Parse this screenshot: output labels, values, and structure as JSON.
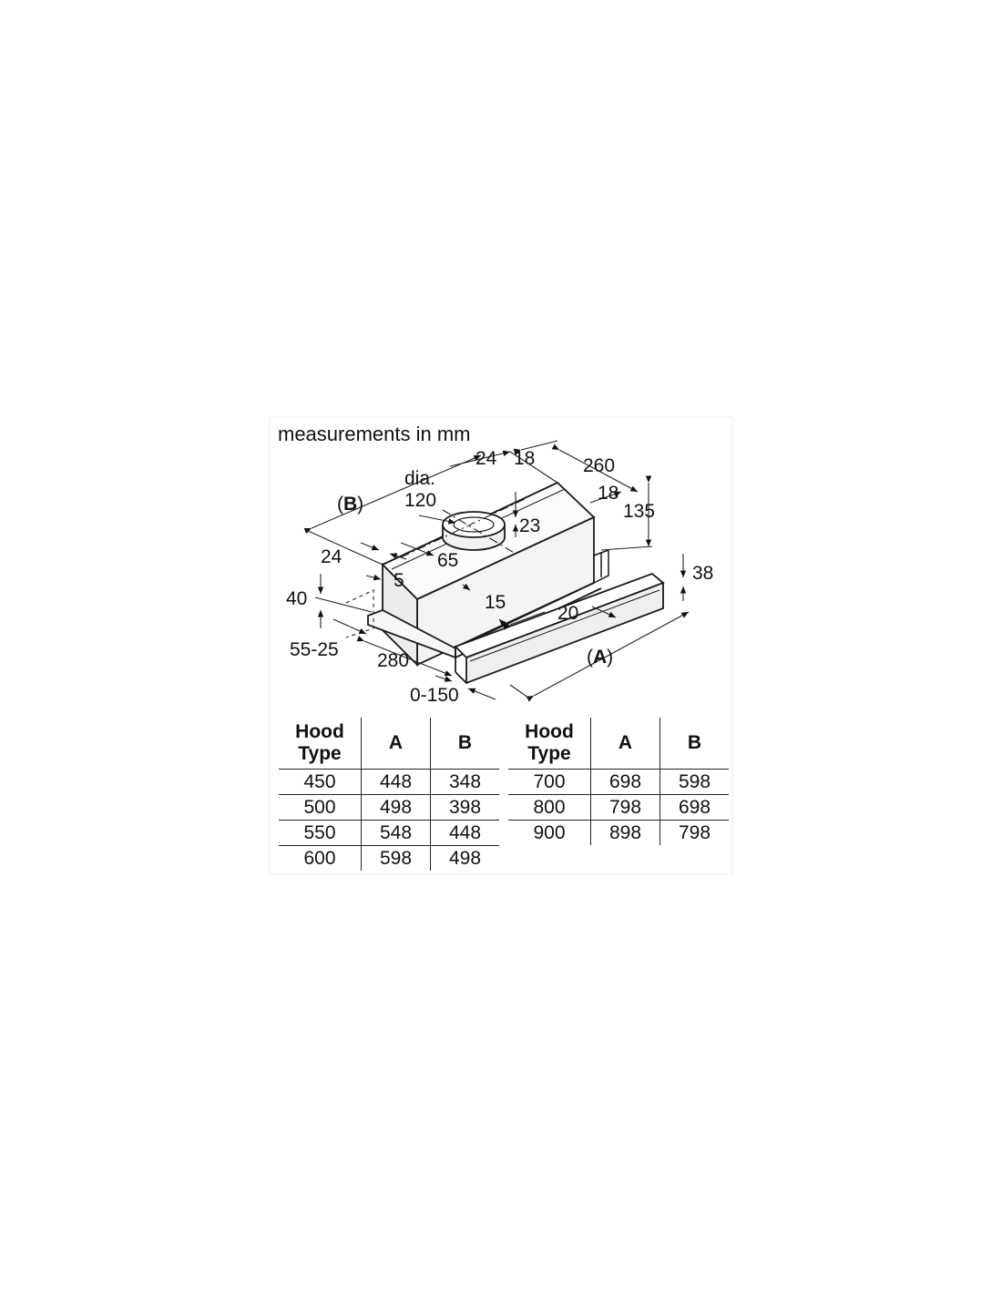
{
  "diagram": {
    "title": "measurements in mm",
    "labels": {
      "b_open": "(",
      "b_letter": "B",
      "b_close": ")",
      "a_open": "(",
      "a_letter": "A",
      "a_close": ")",
      "dia": "dia.",
      "d120": "120",
      "d24_top": "24",
      "d18_top": "18",
      "d260": "260",
      "d18_right": "18",
      "d135": "135",
      "d23": "23",
      "d65": "65",
      "d24_left": "24",
      "d5": "5",
      "d40": "40",
      "d15": "15",
      "d20": "20",
      "d38": "38",
      "d55_25": "55-25",
      "d280": "280",
      "d0_150": "0-150"
    }
  },
  "tables": {
    "headers": {
      "type_line1": "Hood",
      "type_line2": "Type",
      "a": "A",
      "b": "B"
    },
    "left": [
      {
        "type": "450",
        "a": "448",
        "b": "348"
      },
      {
        "type": "500",
        "a": "498",
        "b": "398"
      },
      {
        "type": "550",
        "a": "548",
        "b": "448"
      },
      {
        "type": "600",
        "a": "598",
        "b": "498"
      }
    ],
    "right": [
      {
        "type": "700",
        "a": "698",
        "b": "598"
      },
      {
        "type": "800",
        "a": "798",
        "b": "698"
      },
      {
        "type": "900",
        "a": "898",
        "b": "798"
      }
    ]
  }
}
